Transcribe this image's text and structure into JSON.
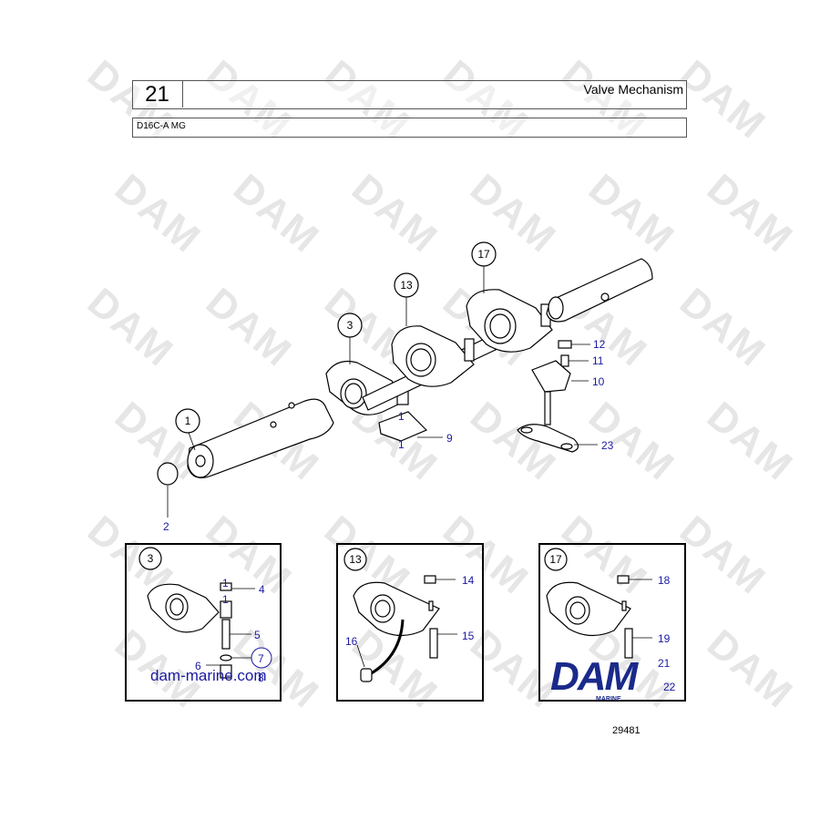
{
  "header": {
    "page_number": "21",
    "section_title": "Valve Mechanism",
    "model_code": "D16C-A MG"
  },
  "watermark_text": "DAM",
  "main_callouts": {
    "c1": "1",
    "c2": "2",
    "c3": "3",
    "c9": "9",
    "c10": "10",
    "c11": "11",
    "c12": "12",
    "c13": "13",
    "c17": "17",
    "c23": "23",
    "c9a": "1",
    "c9b": "1"
  },
  "detail_3": {
    "ref": "3",
    "c4": "4",
    "c5": "5",
    "c6": "6",
    "c7": "7",
    "c8": "8",
    "c1a": "1",
    "c1b": "1"
  },
  "detail_13": {
    "ref": "13",
    "c14": "14",
    "c15": "15",
    "c16": "16"
  },
  "detail_17": {
    "ref": "17",
    "c18": "18",
    "c19": "19",
    "c21": "21",
    "c22": "22"
  },
  "footer": {
    "site_url": "dam-marine.com",
    "drawing_number": "29481",
    "logo_main": "DAM",
    "logo_sub": "MARINE"
  },
  "colors": {
    "callout_blue": "#1a1aa0",
    "logo_blue": "#1a2a8a",
    "watermark_gray": "#e6e6e6"
  }
}
